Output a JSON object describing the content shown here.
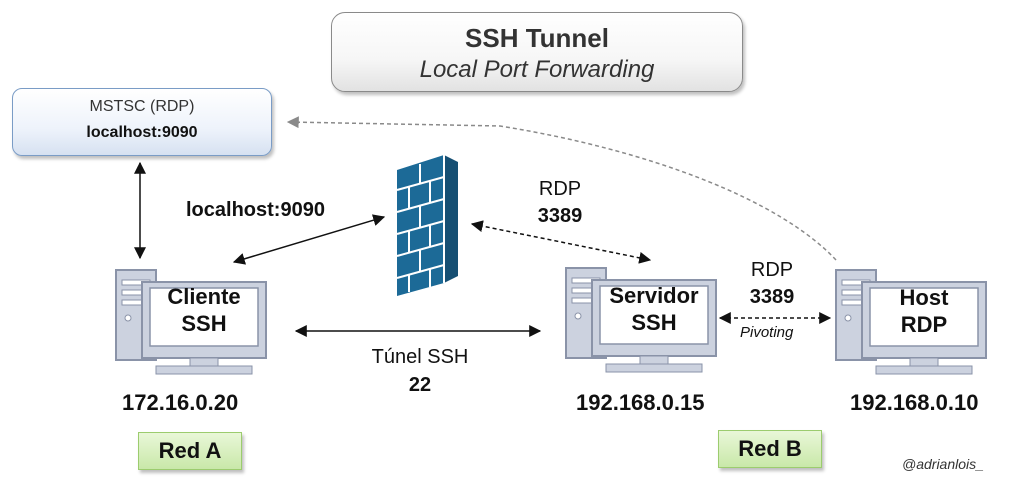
{
  "title": {
    "main": "SSH Tunnel",
    "sub": "Local Port Forwarding"
  },
  "mstsc": {
    "title": "MSTSC (RDP)",
    "address": "localhost:9090"
  },
  "labels": {
    "localhost": "localhost:9090",
    "rdp_top": {
      "proto": "RDP",
      "port": "3389"
    },
    "rdp_right": {
      "proto": "RDP",
      "port": "3389",
      "note": "Pivoting"
    },
    "tunnel": {
      "name": "Túnel SSH",
      "port": "22"
    }
  },
  "nodes": [
    {
      "line1": "Cliente",
      "line2": "SSH",
      "ip": "172.16.0.20"
    },
    {
      "line1": "Servidor",
      "line2": "SSH",
      "ip": "192.168.0.15"
    },
    {
      "line1": "Host",
      "line2": "RDP",
      "ip": "192.168.0.10"
    }
  ],
  "networks": {
    "a": "Red A",
    "b": "Red B"
  },
  "credit": "@adrianlois_",
  "colors": {
    "computer": "#ccd2df",
    "computer_stroke": "#8a93a8",
    "firewall": "#1c6a97",
    "net_tag": "#d5efbb"
  }
}
